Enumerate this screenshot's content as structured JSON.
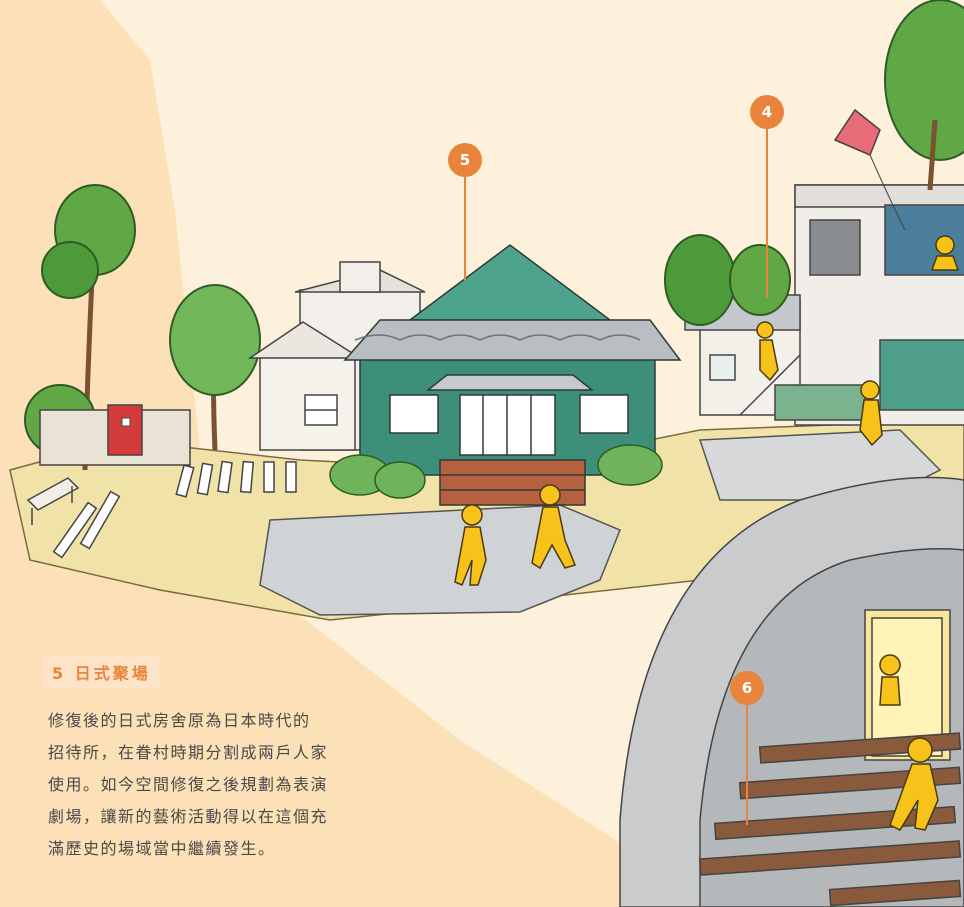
{
  "markers": [
    {
      "id": "marker-5",
      "label": "5"
    },
    {
      "id": "marker-4",
      "label": "4"
    },
    {
      "id": "marker-6",
      "label": "6"
    }
  ],
  "caption": {
    "title": "5 日式聚場",
    "lines": [
      "修復後的日式房舍原為日本時代的",
      "招待所，在眷村時期分割成兩戶人家",
      "使用。如今空間修復之後規劃為表演",
      "劇場，讓新的藝術活動得以在這個充",
      "滿歷史的場域當中繼續發生。"
    ]
  },
  "colors": {
    "background_light": "#fdf1dc",
    "background_peach": "#fce0b8",
    "marker_orange": "#e8843c",
    "caption_title_bg": "#fde3c8",
    "house_green": "#3e8f7a",
    "figure_yellow": "#f7c21a"
  }
}
